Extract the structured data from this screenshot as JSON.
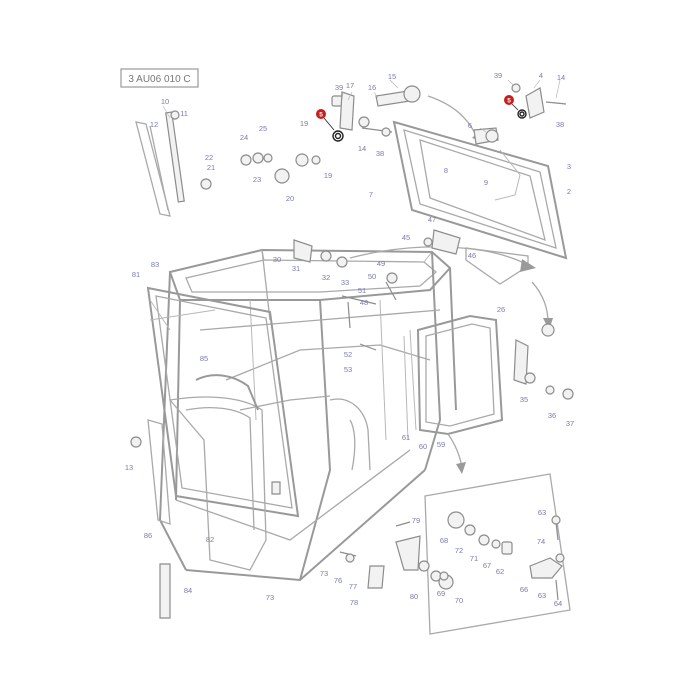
{
  "reference_code": "3 AU06 010 C",
  "highlight_color": "#c81e1e",
  "line_color": "#a9a9a9",
  "label_color": "#7a7ab0",
  "callouts": [
    {
      "id": "c5a",
      "text": "5",
      "highlighted": true
    },
    {
      "id": "c5b",
      "text": "5",
      "highlighted": true
    },
    {
      "id": "c39a",
      "text": "39"
    },
    {
      "id": "c17",
      "text": "17"
    },
    {
      "id": "c16",
      "text": "16"
    },
    {
      "id": "c15",
      "text": "15"
    },
    {
      "id": "c39b",
      "text": "39"
    },
    {
      "id": "c4",
      "text": "4"
    },
    {
      "id": "c14a",
      "text": "14"
    },
    {
      "id": "c38a",
      "text": "38"
    },
    {
      "id": "c19a",
      "text": "19"
    },
    {
      "id": "c14b",
      "text": "14"
    },
    {
      "id": "c38b",
      "text": "38"
    },
    {
      "id": "c6",
      "text": "6"
    },
    {
      "id": "c10",
      "text": "10"
    },
    {
      "id": "c11",
      "text": "11"
    },
    {
      "id": "c12",
      "text": "12"
    },
    {
      "id": "c24",
      "text": "24"
    },
    {
      "id": "c25",
      "text": "25"
    },
    {
      "id": "c22",
      "text": "22"
    },
    {
      "id": "c21",
      "text": "21"
    },
    {
      "id": "c23",
      "text": "23"
    },
    {
      "id": "c20",
      "text": "20"
    },
    {
      "id": "c19b",
      "text": "19"
    },
    {
      "id": "c8",
      "text": "8"
    },
    {
      "id": "c9",
      "text": "9"
    },
    {
      "id": "c3",
      "text": "3"
    },
    {
      "id": "c2",
      "text": "2"
    },
    {
      "id": "c7",
      "text": "7"
    },
    {
      "id": "c47",
      "text": "47"
    },
    {
      "id": "c45",
      "text": "45"
    },
    {
      "id": "c46",
      "text": "46"
    },
    {
      "id": "c30",
      "text": "30"
    },
    {
      "id": "c31",
      "text": "31"
    },
    {
      "id": "c32",
      "text": "32"
    },
    {
      "id": "c33",
      "text": "33"
    },
    {
      "id": "c49",
      "text": "49"
    },
    {
      "id": "c50",
      "text": "50"
    },
    {
      "id": "c51",
      "text": "51"
    },
    {
      "id": "c48",
      "text": "48"
    },
    {
      "id": "c26",
      "text": "26"
    },
    {
      "id": "c81",
      "text": "81"
    },
    {
      "id": "c83",
      "text": "83"
    },
    {
      "id": "c52",
      "text": "52"
    },
    {
      "id": "c53",
      "text": "53"
    },
    {
      "id": "c85",
      "text": "85"
    },
    {
      "id": "c13",
      "text": "13"
    },
    {
      "id": "c35",
      "text": "35"
    },
    {
      "id": "c36",
      "text": "36"
    },
    {
      "id": "c37",
      "text": "37"
    },
    {
      "id": "c61",
      "text": "61"
    },
    {
      "id": "c60",
      "text": "60"
    },
    {
      "id": "c59",
      "text": "59"
    },
    {
      "id": "c86",
      "text": "86"
    },
    {
      "id": "c82",
      "text": "82"
    },
    {
      "id": "c73a",
      "text": "73"
    },
    {
      "id": "c79",
      "text": "79"
    },
    {
      "id": "c68",
      "text": "68"
    },
    {
      "id": "c72",
      "text": "72"
    },
    {
      "id": "c71",
      "text": "71"
    },
    {
      "id": "c67",
      "text": "67"
    },
    {
      "id": "c62",
      "text": "62"
    },
    {
      "id": "c63a",
      "text": "63"
    },
    {
      "id": "c74",
      "text": "74"
    },
    {
      "id": "c73b",
      "text": "73"
    },
    {
      "id": "c76",
      "text": "76"
    },
    {
      "id": "c77",
      "text": "77"
    },
    {
      "id": "c78",
      "text": "78"
    },
    {
      "id": "c80",
      "text": "80"
    },
    {
      "id": "c69",
      "text": "69"
    },
    {
      "id": "c70",
      "text": "70"
    },
    {
      "id": "c66",
      "text": "66"
    },
    {
      "id": "c63b",
      "text": "63"
    },
    {
      "id": "c64a",
      "text": "64"
    },
    {
      "id": "c84",
      "text": "84"
    }
  ]
}
